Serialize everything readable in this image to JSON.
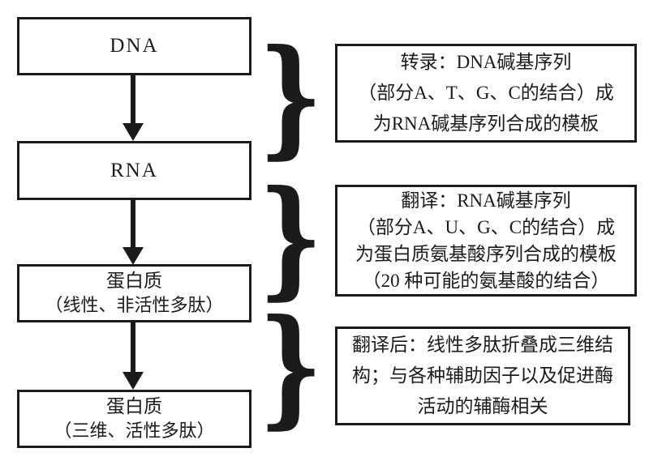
{
  "diagram": {
    "nodes": [
      {
        "label": "DNA",
        "sublabel": ""
      },
      {
        "label": "RNA",
        "sublabel": ""
      },
      {
        "label": "蛋白质",
        "sublabel": "（线性、非活性多肽）"
      },
      {
        "label": "蛋白质",
        "sublabel": "（三维、活性多肽）"
      }
    ],
    "annotations": [
      {
        "lines": [
          "转录：DNA碱基序列",
          "（部分A、T、G、C的结合）成",
          "为RNA碱基序列合成的模板"
        ]
      },
      {
        "lines": [
          "翻译：RNA碱基序列",
          "（部分A、U、G、C的结合）成",
          "为蛋白质氨基酸序列合成的模板",
          "（20 种可能的氨基酸的结合）"
        ]
      },
      {
        "lines": [
          "翻译后：线性多肽折叠成三维结",
          "构；与各种辅助因子以及促进酶",
          "活动的辅酶相关"
        ]
      }
    ],
    "brace_glyph": "}",
    "colors": {
      "ink": "#1b1b1b",
      "background": "#ffffff"
    }
  }
}
